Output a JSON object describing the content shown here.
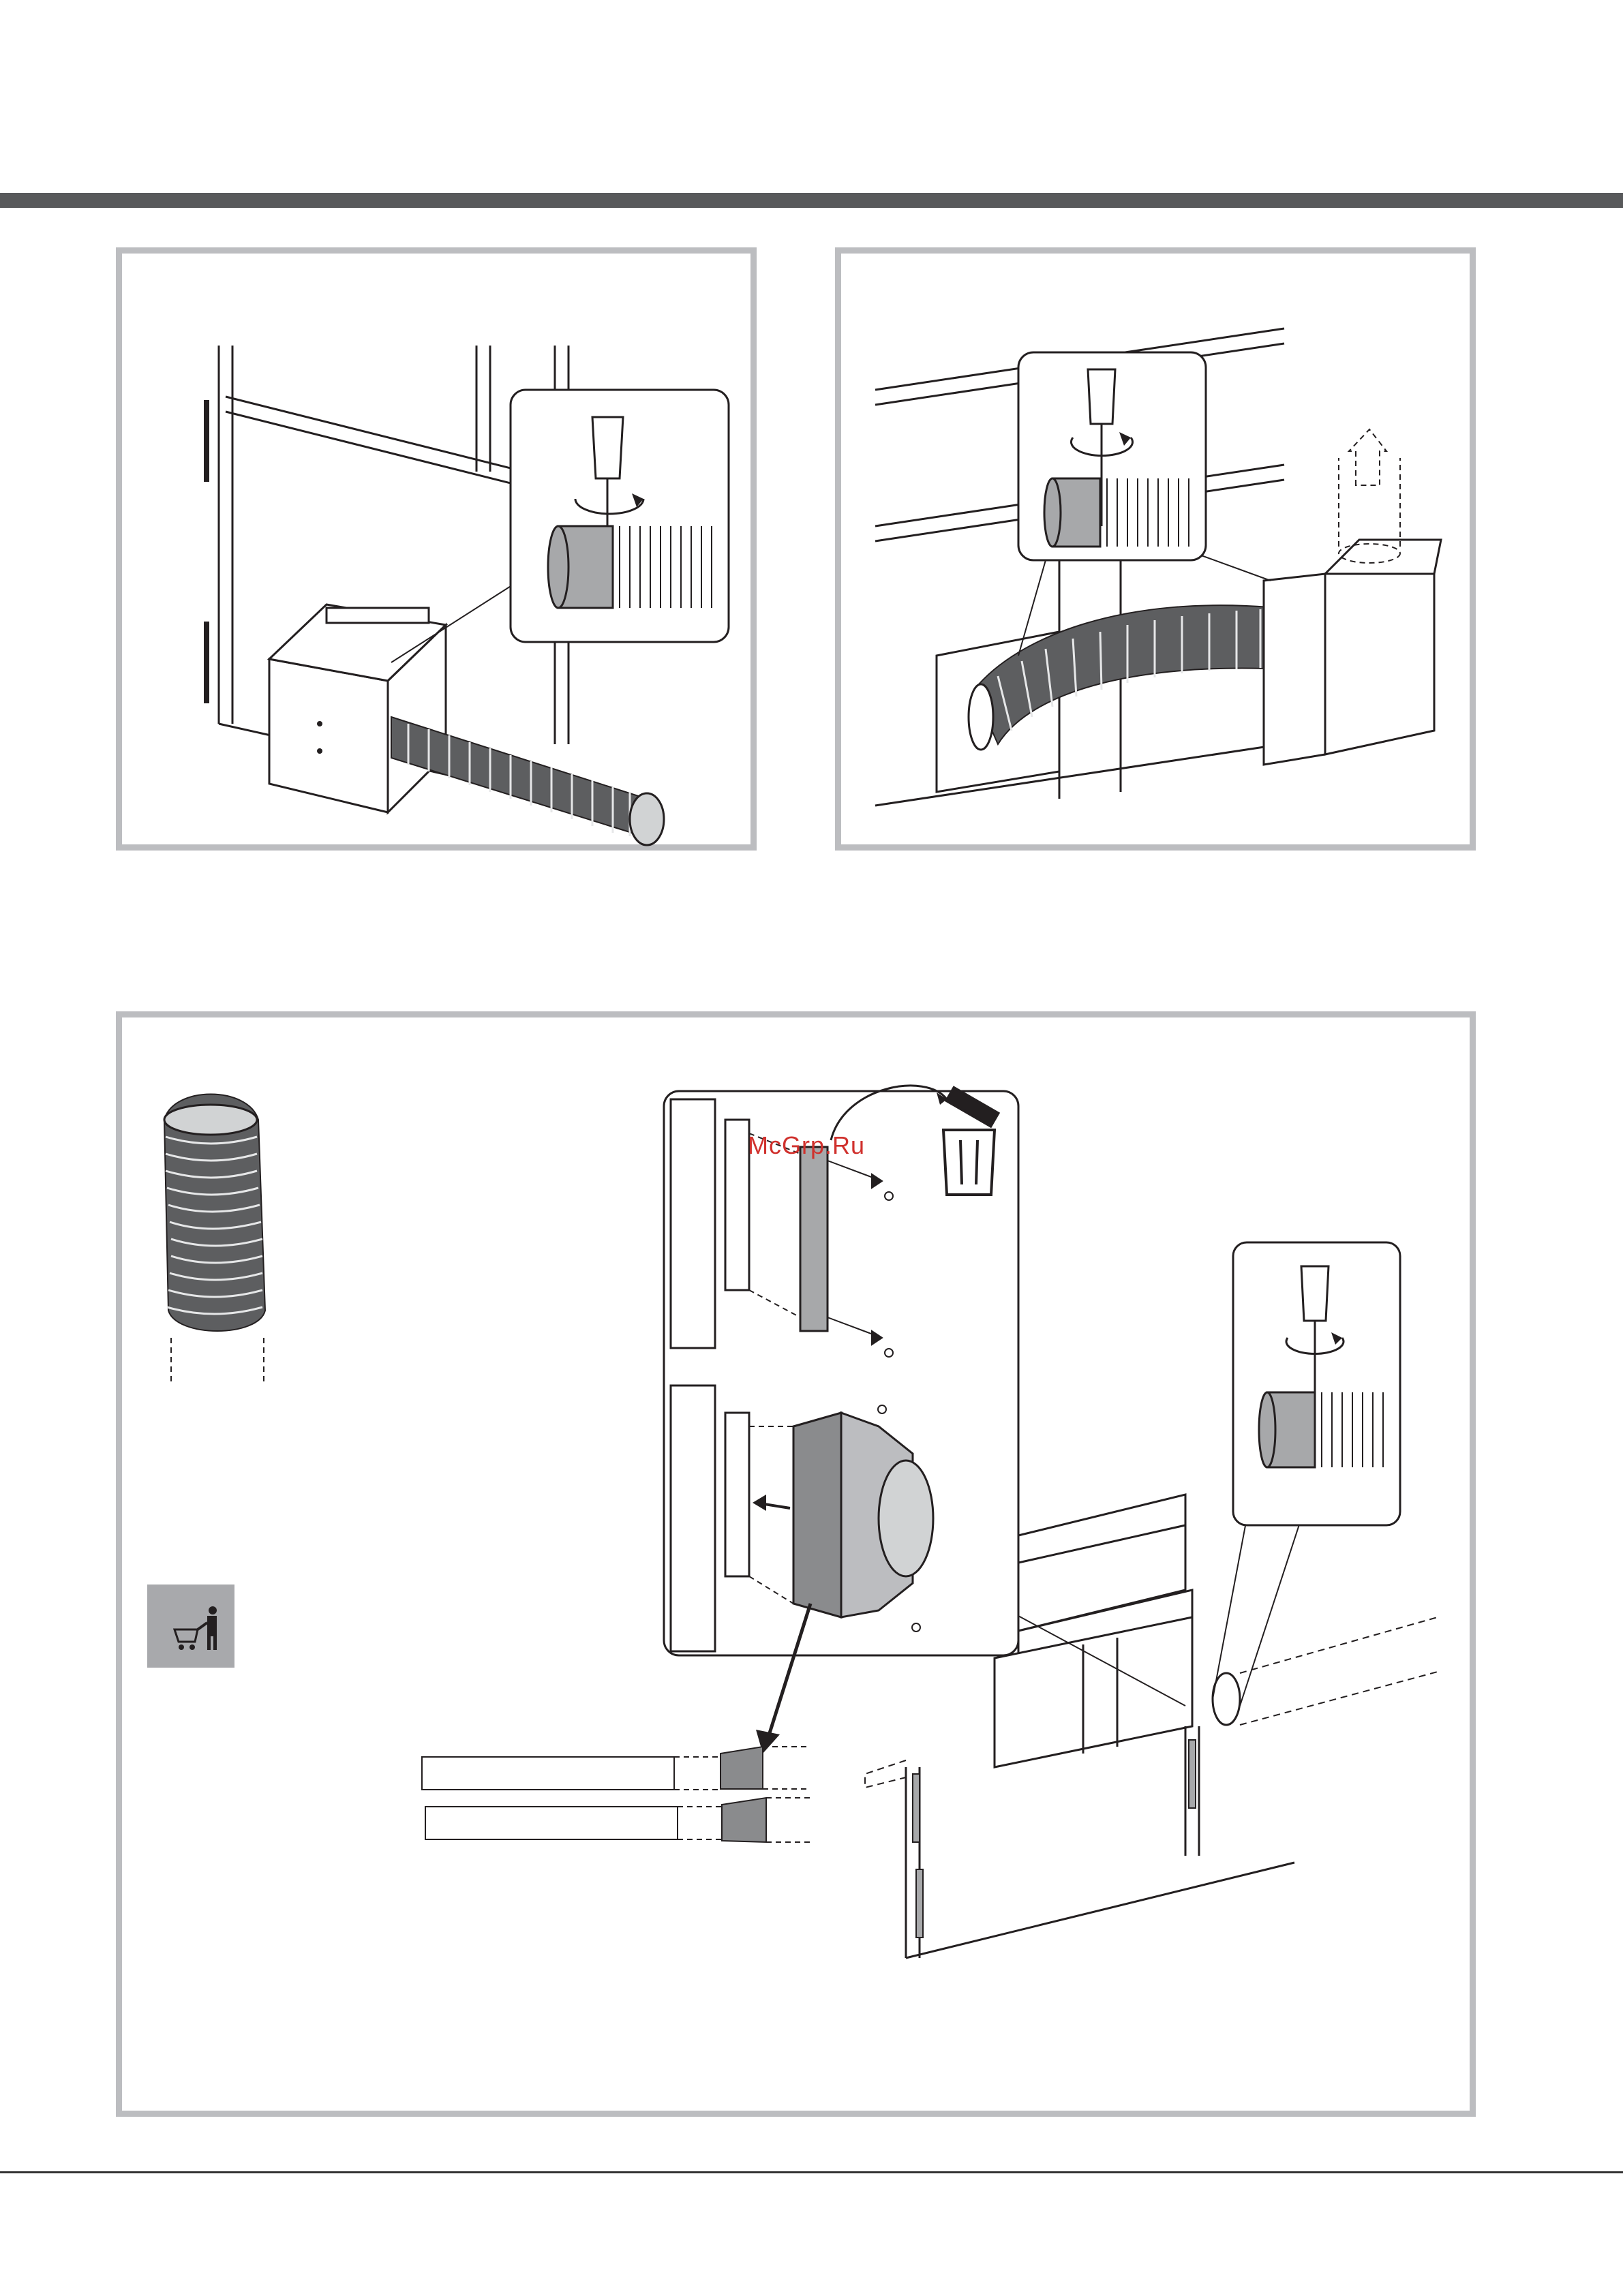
{
  "watermark": {
    "text": "McGrp.Ru",
    "color": "#d0312d"
  },
  "colors": {
    "rule": "#58595b",
    "frame_border": "#bcbdc0",
    "duct_fill": "#8a8b8d",
    "clip_gray": "#a7a8aa",
    "line": "#231f20"
  },
  "figures": [
    {
      "name": "hose-clamp-at-unit-outlet",
      "icons": [
        "screwdriver-icon",
        "rotate-arrow-icon"
      ]
    },
    {
      "name": "hose-to-wall-box",
      "icons": [
        "screwdriver-icon",
        "rotate-arrow-icon",
        "airflow-up-arrow-icon"
      ]
    },
    {
      "name": "outlet-conversion-assembly",
      "icons": [
        "flexible-hose-icon",
        "trash-bin-icon",
        "screw-icon",
        "cart-person-icon",
        "screwdriver-icon",
        "rotate-arrow-icon"
      ]
    }
  ],
  "cart_badge": {
    "icon": "cart-person-icon",
    "color": "#a8a9ac"
  }
}
